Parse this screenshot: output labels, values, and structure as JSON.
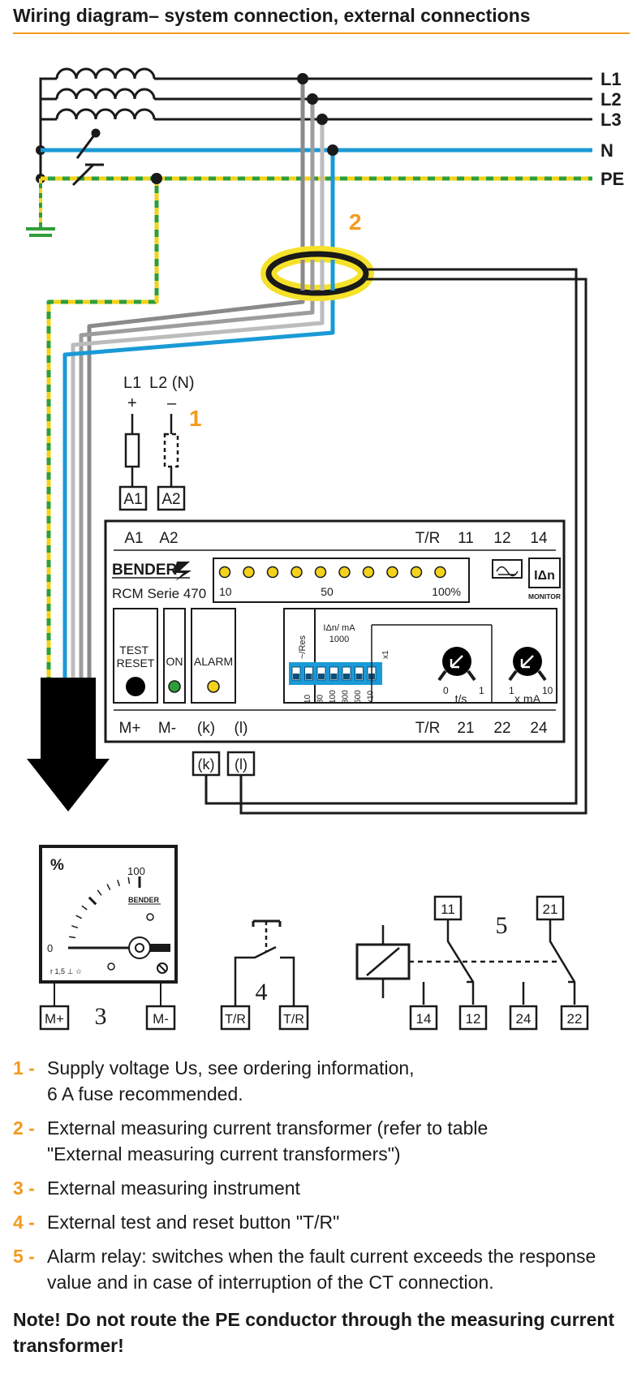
{
  "title": "Wiring diagram– system connection, external connections",
  "colors": {
    "accent": "#f39a1e",
    "neutral": "#1a9ad6",
    "earth_green": "#2e9e3a",
    "earth_yellow": "#f2d21b",
    "ct_ring": "#f5e12a"
  },
  "conductors": {
    "l1": "L1",
    "l2": "L2",
    "l3": "L3",
    "n": "N",
    "pe": "PE"
  },
  "callouts": {
    "c1": "1",
    "c2": "2",
    "c3": "3",
    "c4": "4",
    "c5": "5"
  },
  "supply": {
    "l1": "L1",
    "l2n": "L2 (N)",
    "plus": "+",
    "minus": "–",
    "a1": "A1",
    "a2": "A2"
  },
  "device": {
    "top_terminals": [
      "A1",
      "A2",
      "T/R",
      "11",
      "12",
      "14"
    ],
    "bottom_terminals": [
      "M+",
      "M-",
      "(k)",
      "(l)",
      "T/R",
      "21",
      "22",
      "24"
    ],
    "brand": "BENDER",
    "model": "RCM Serie 470",
    "bar_labels": [
      "10",
      "50",
      "100%"
    ],
    "monitor_symbol": "IΔn",
    "monitor_label": "MONITOR",
    "test_reset": "TEST\nRESET",
    "on": "ON",
    "alarm": "ALARM",
    "dip_header": "IΔn/ mA",
    "dip_header_value": "1000",
    "dip_mode": "~/Res",
    "dip_values": [
      "10",
      "30",
      "100",
      "300",
      "500",
      "x10"
    ],
    "dip_x1": "x1",
    "knob1_min": "0",
    "knob1_max": "1",
    "knob1_unit": "t/s",
    "knob2_min": "1",
    "knob2_max": "10",
    "knob2_unit": "x mA",
    "ct_terminals": [
      "(k)",
      "(l)"
    ]
  },
  "meter": {
    "percent": "%",
    "max": "100",
    "zero": "0",
    "brand": "BENDER",
    "class": "r 1,5 ⊥ ☆",
    "terminals": [
      "M+",
      "M-"
    ]
  },
  "button": {
    "terminals": [
      "T/R",
      "T/R"
    ]
  },
  "relay": {
    "terminals": [
      "11",
      "21",
      "14",
      "12",
      "24",
      "22"
    ]
  },
  "legend": [
    {
      "num": "1 -",
      "text": "Supply voltage Us, see ordering information,\n6 A fuse recommended."
    },
    {
      "num": "2 -",
      "text": "External measuring current transformer (refer to table\n\"External measuring current transformers\")"
    },
    {
      "num": "3 -",
      "text": "External measuring instrument"
    },
    {
      "num": "4 -",
      "text": "External test and reset button \"T/R\""
    },
    {
      "num": "5 -",
      "text": "Alarm relay: switches when the fault current exceeds the response\nvalue and in case of interruption of the CT connection."
    }
  ],
  "note": "Note! Do not route the PE conductor through the measuring current transformer!"
}
